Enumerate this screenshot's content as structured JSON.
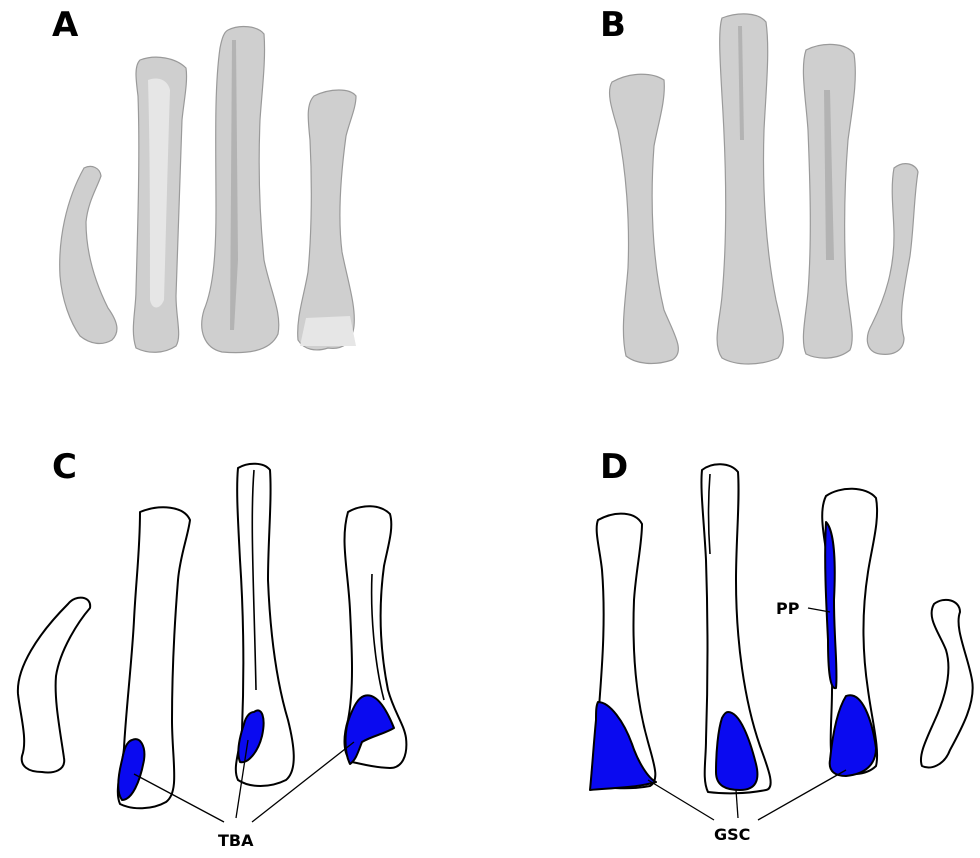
{
  "panels": {
    "a": {
      "label": "A"
    },
    "b": {
      "label": "B"
    },
    "c": {
      "label": "C",
      "annotation": "TBA"
    },
    "d": {
      "label": "D",
      "annotation_main": "GSC",
      "annotation_side": "PP"
    }
  },
  "colors": {
    "highlight": "#0a0af0",
    "bone_render": "#cfcfcf",
    "outline": "#000000"
  }
}
